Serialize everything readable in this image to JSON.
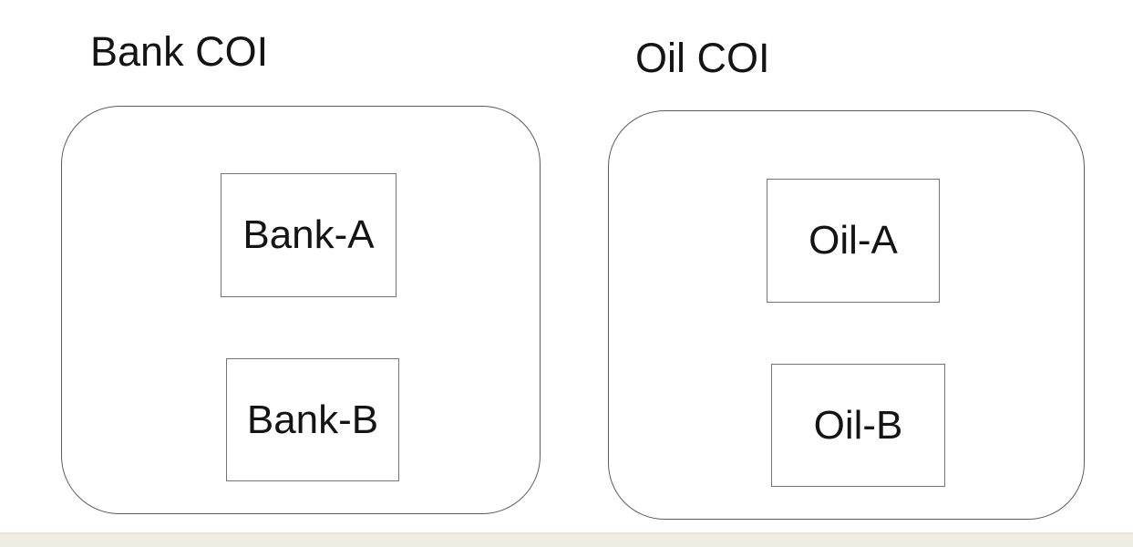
{
  "diagram": {
    "groups": [
      {
        "title": "Bank COI",
        "nodes": [
          {
            "label": "Bank-A"
          },
          {
            "label": "Bank-B"
          }
        ]
      },
      {
        "title": "Oil COI",
        "nodes": [
          {
            "label": "Oil-A"
          },
          {
            "label": "Oil-B"
          }
        ]
      }
    ],
    "colors": {
      "stroke_outer": "#5c5c5c",
      "stroke_node": "#757575",
      "text": "#141414",
      "footer_strip": "#efede2",
      "footer_strip_border": "#e9e6d7"
    }
  }
}
